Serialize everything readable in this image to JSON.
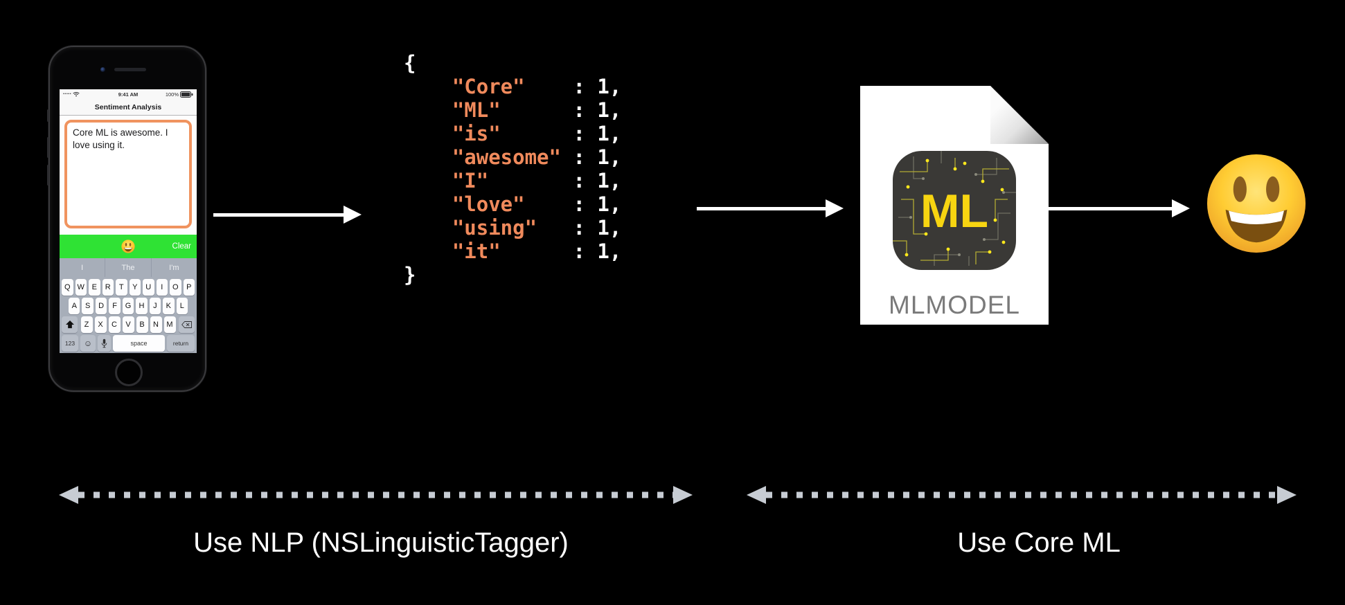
{
  "phone": {
    "status": {
      "signal_dots": "•••••",
      "time": "9:41 AM",
      "battery_percent": "100%"
    },
    "nav_title": "Sentiment Analysis",
    "input_text": "Core ML is awesome. I love using it.",
    "clear_button": "Clear",
    "suggestions": [
      "I",
      "The",
      "I'm"
    ],
    "keyboard": {
      "row1": [
        "Q",
        "W",
        "E",
        "R",
        "T",
        "Y",
        "U",
        "I",
        "O",
        "P"
      ],
      "row2": [
        "A",
        "S",
        "D",
        "F",
        "G",
        "H",
        "J",
        "K",
        "L"
      ],
      "row3": [
        "Z",
        "X",
        "C",
        "V",
        "B",
        "N",
        "M"
      ],
      "num_key": "123",
      "space_key": "space",
      "return_key": "return"
    }
  },
  "code": {
    "entries": [
      {
        "key": "Core",
        "value": "1"
      },
      {
        "key": "ML",
        "value": "1"
      },
      {
        "key": "is",
        "value": "1"
      },
      {
        "key": "awesome",
        "value": "1"
      },
      {
        "key": "I",
        "value": "1"
      },
      {
        "key": "love",
        "value": "1"
      },
      {
        "key": "using",
        "value": "1"
      },
      {
        "key": "it",
        "value": "1"
      }
    ]
  },
  "model_file": {
    "icon_text": "ML",
    "file_label": "MLMODEL"
  },
  "result": {
    "emoji_name": "grinning-face"
  },
  "labels": {
    "nlp": "Use NLP (NSLinguisticTagger)",
    "coreml": "Use Core ML"
  },
  "colors": {
    "code_key": "#f08a5c",
    "green_bar": "#2fe234",
    "ml_yellow": "#f7d511",
    "arrow_dash": "#c7ccd3"
  }
}
